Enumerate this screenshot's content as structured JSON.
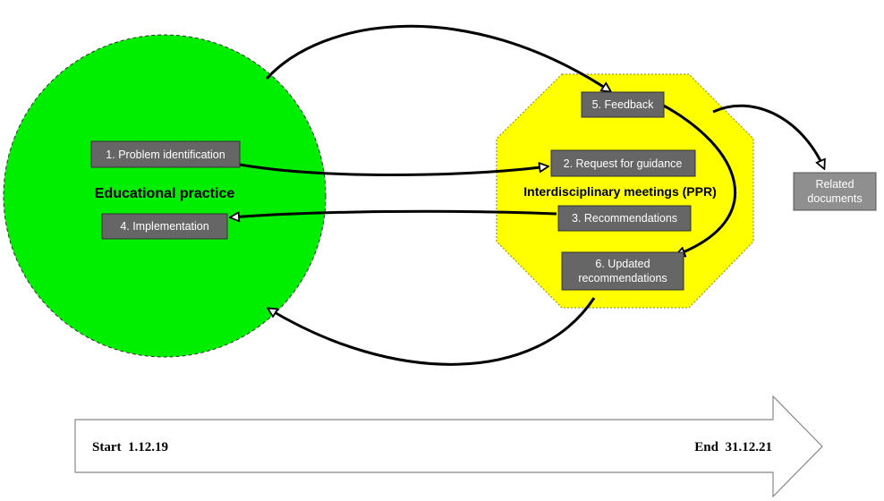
{
  "colors": {
    "practice_fill": "#00ee00",
    "meetings_fill": "#ffff00",
    "box_dark": "#666666",
    "box_light": "#8f8f8f"
  },
  "circle": {
    "label": "Educational practice"
  },
  "octagon": {
    "label": "Interdisciplinary meetings (PPR)"
  },
  "steps": {
    "problem": "1. Problem identification",
    "request": "2. Request for guidance",
    "recommendations": "3. Recommendations",
    "implementation": "4. Implementation",
    "feedback": "5. Feedback",
    "updated_1": "6. Updated",
    "updated_2": "recommendations"
  },
  "related": {
    "line1": "Related",
    "line2": "documents"
  },
  "timeline": {
    "start": "Start  1.12.19",
    "end": "End  31.12.21"
  }
}
